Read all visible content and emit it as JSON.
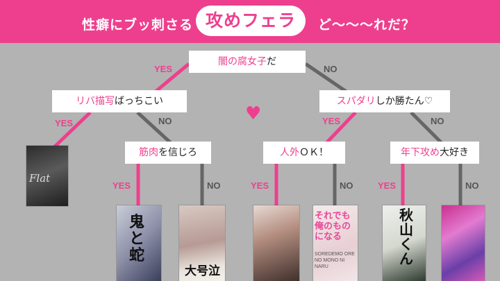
{
  "header": {
    "left_text": "性癖にブッ刺さる",
    "highlight": "攻めフェラ",
    "right_text": "ど〜〜〜れだ？"
  },
  "nodes": {
    "root": {
      "pink": "闇の腐女子",
      "rest": "だ"
    },
    "left": {
      "pink": "リバ描写",
      "rest": "ばっちこい"
    },
    "right": {
      "pink": "スパダリ",
      "rest": "しか勝たん♡"
    },
    "left_no": {
      "pink": "筋肉",
      "rest": "を信じろ"
    },
    "right_yes": {
      "pink": "人外",
      "rest": "ＯＫ！"
    },
    "right_no": {
      "pink": "年下攻め",
      "rest": "大好き"
    }
  },
  "labels": {
    "yes": "YES",
    "no": "NO"
  },
  "heart": "♥",
  "books": {
    "b1_title": "Flat",
    "b2_title": "鬼と蛇",
    "b3_title": "大号泣",
    "b5_title": "それでも俺のものになる",
    "b5_romaji": "SOREDEMO ORE NO MONO NI NARU",
    "b6_title": "秋山くん"
  },
  "colors": {
    "pink": "#ee3f8e",
    "gray": "#666666",
    "bg": "#b3b3b3"
  }
}
